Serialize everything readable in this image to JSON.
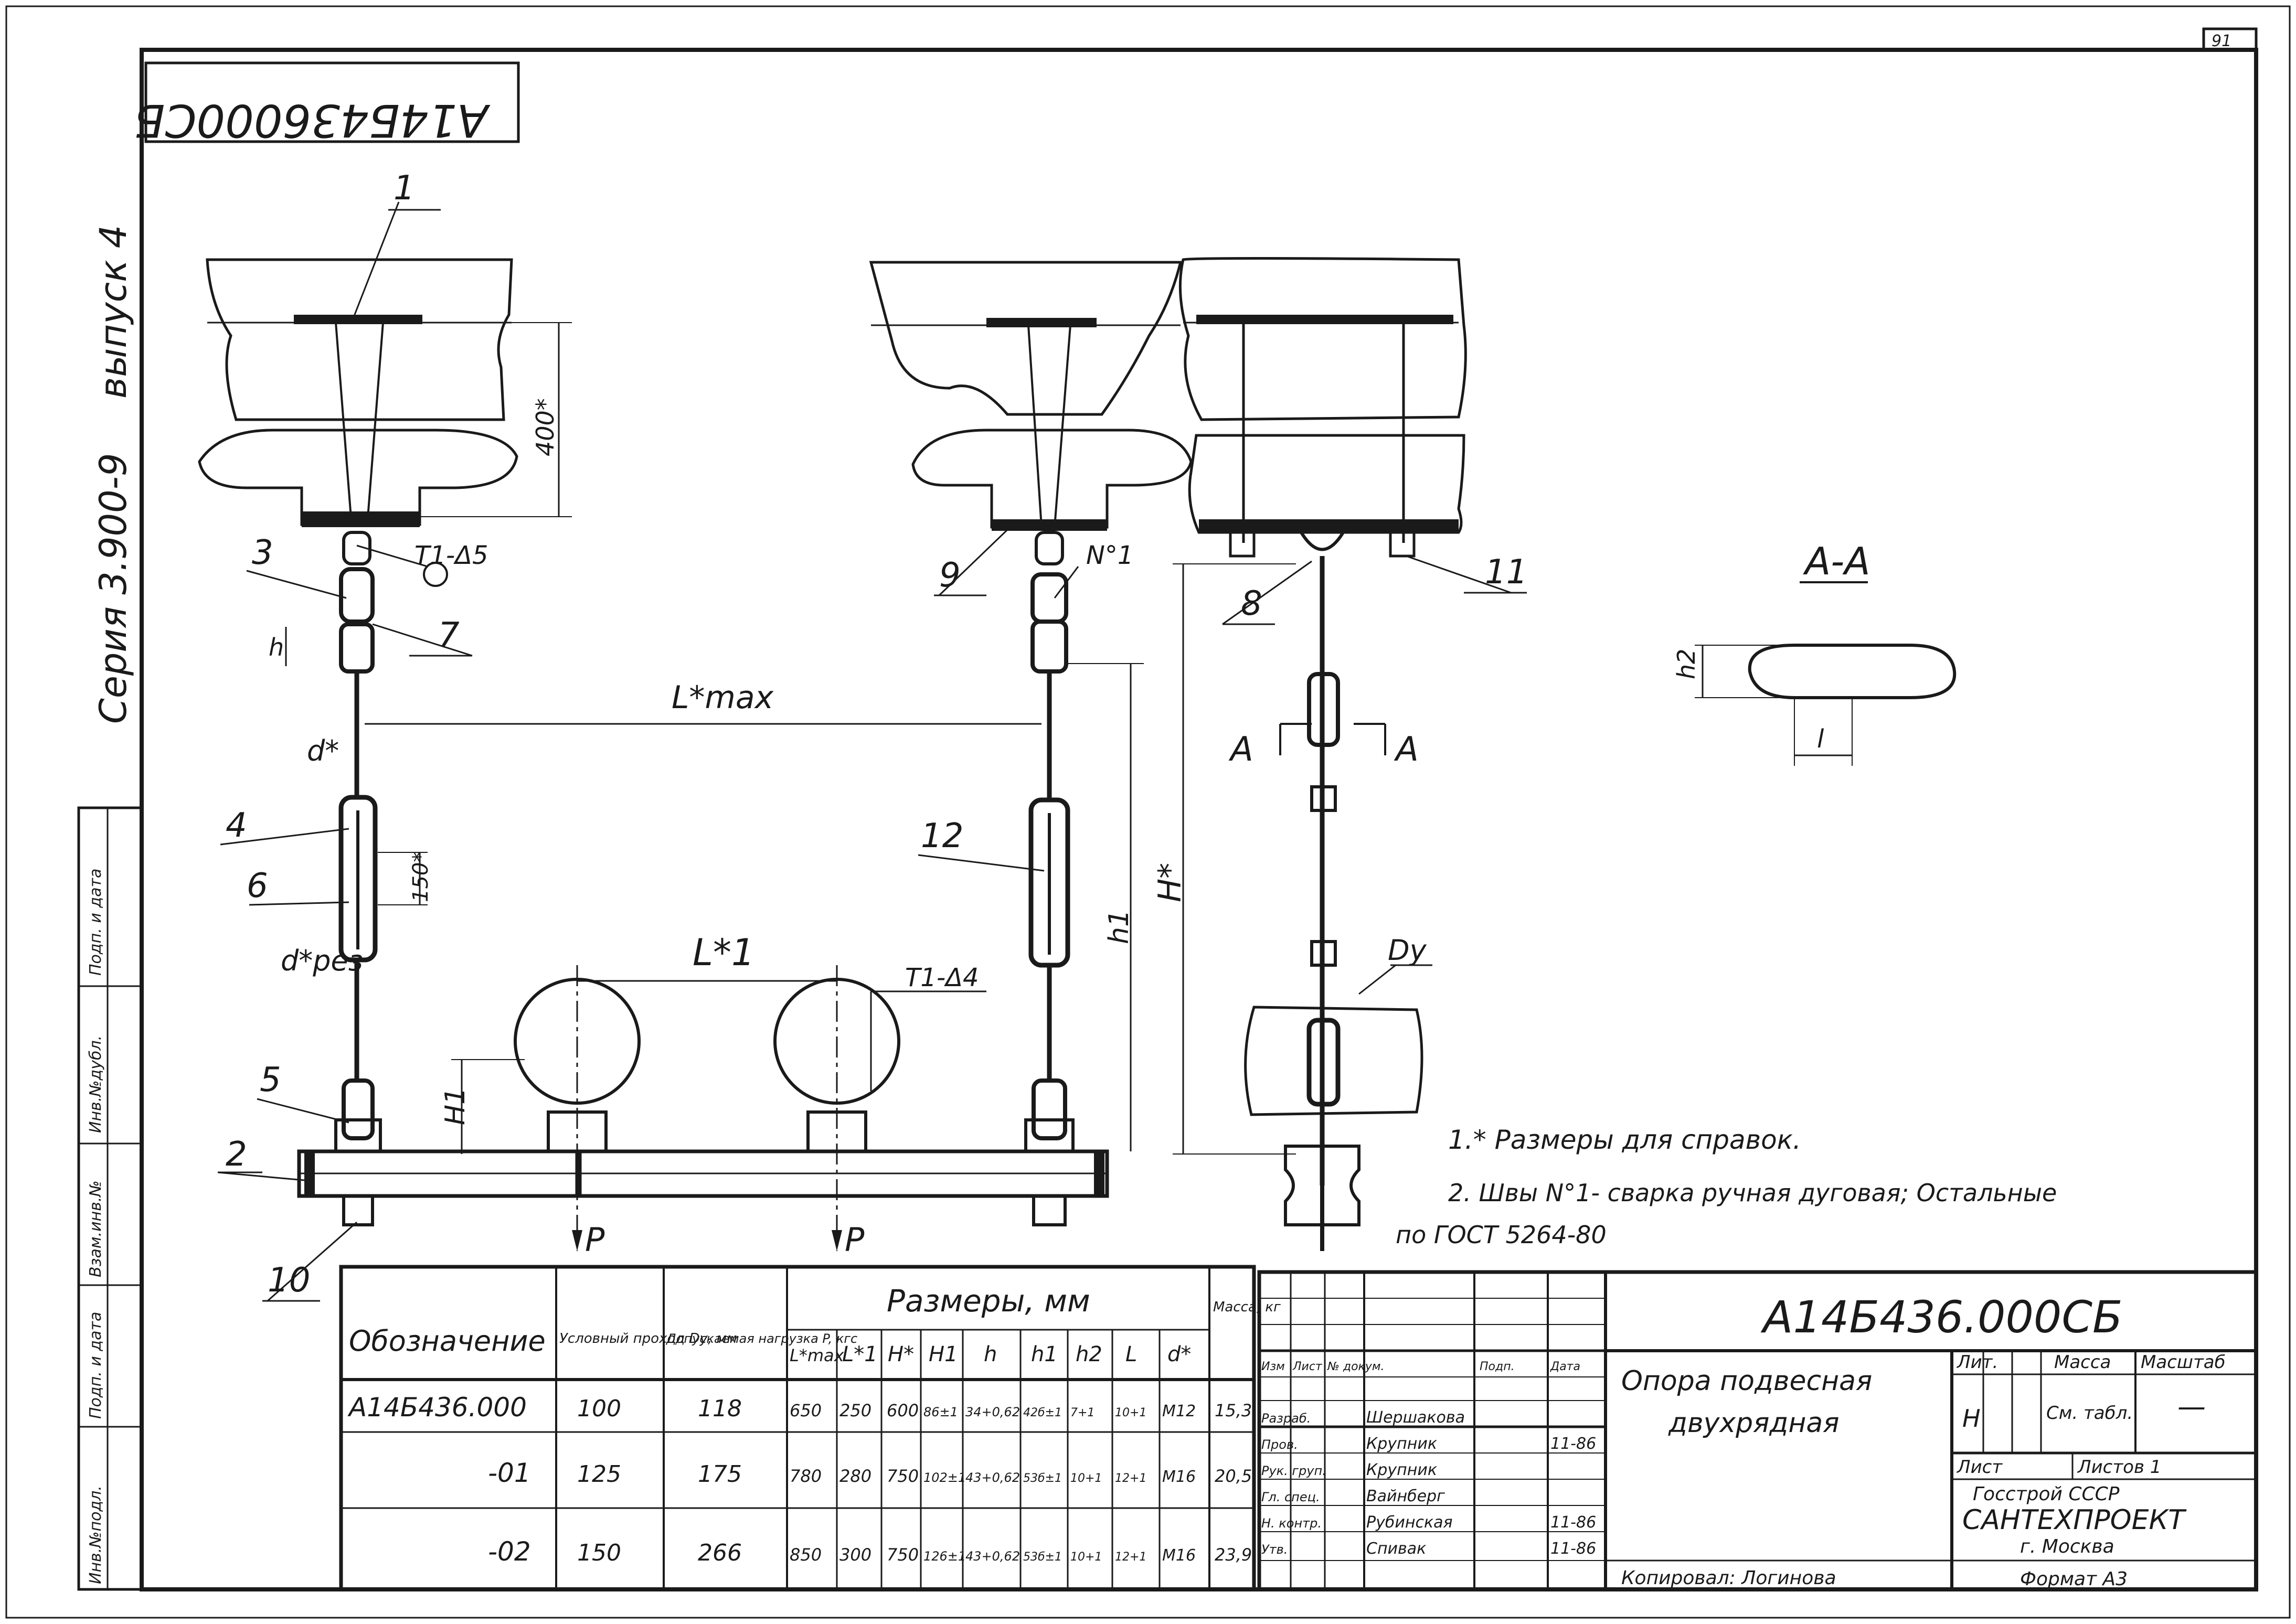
{
  "sheet": {
    "number": "91",
    "top_code_inverted": "А14Б436000СБ",
    "series": "Серия 3.900-9",
    "issue": "выпуск 4"
  },
  "left_strip": [
    "Подп. и дата",
    "Инв.№дубл.",
    "Взам.инв.№",
    "Подп. и дата",
    "Инв.№подл."
  ],
  "callouts": {
    "c1": "1",
    "c2": "2",
    "c3": "3",
    "c4": "4",
    "c5": "5",
    "c6": "6",
    "c7": "7",
    "c8": "8",
    "c9": "9",
    "c10": "10",
    "c11": "11",
    "c12": "12",
    "weld_tag_1": "Т1-Δ5",
    "weld_tag_2": "Т1-Δ4",
    "weld_no": "N°1"
  },
  "dimensions": {
    "dim_400": "400*",
    "h": "h",
    "lmax": "L*max",
    "d": "d*",
    "dp": "d*рез",
    "d150": "150*",
    "l1": "L*1",
    "h1_left": "H1",
    "h_star": "H*",
    "h1_right": "h1",
    "p1": "P",
    "p2": "P",
    "section_a_left": "А",
    "section_a_right": "А",
    "dy": "Dу",
    "section_title": "А-А",
    "h2": "h2",
    "l": "l"
  },
  "notes": [
    "1.* Размеры для справок.",
    "2. Швы N°1- сварка ручная дуговая; Остальные",
    "по ГОСТ 5264-80"
  ],
  "table": {
    "headers": [
      "Обозначение",
      "Условный проход Dу, мм",
      "Допускаемая нагрузка P, кгс",
      "L*max",
      "L*1",
      "H*",
      "H1",
      "h",
      "h1",
      "h2",
      "L",
      "d*",
      "Масса, кг"
    ],
    "group_header": "Размеры, мм",
    "rows": [
      [
        "А14Б436.000",
        "100",
        "118",
        "650",
        "250",
        "600",
        "86±1",
        "34+0,62",
        "42б±1",
        "7+1",
        "10+1",
        "М12",
        "15,3"
      ],
      [
        "-01",
        "125",
        "175",
        "780",
        "280",
        "750",
        "102±1",
        "43+0,62",
        "53б±1",
        "10+1",
        "12+1",
        "М16",
        "20,5"
      ],
      [
        "-02",
        "150",
        "266",
        "850",
        "300",
        "750",
        "126±1",
        "43+0,62",
        "53б±1",
        "10+1",
        "12+1",
        "М16",
        "23,9"
      ]
    ]
  },
  "title_block": {
    "code": "А14Б436.000СБ",
    "title_line1": "Опора подвесная",
    "title_line2": "двухрядная",
    "lit_label": "Лит.",
    "mass_label": "Масса",
    "scale_label": "Масштаб",
    "lit_value": "Н",
    "mass_value": "См. табл.",
    "scale_value": "—",
    "sheet_label": "Лист",
    "sheets_label": "Листов 1",
    "org1": "Госстрой СССР",
    "org2": "САНТЕХПРОЕКТ",
    "org3": "г. Москва",
    "copied": "Копировал: Логинова",
    "format": "Формат А3",
    "sign_header": [
      "Изм",
      "Лист",
      "№ докум.",
      "Подп.",
      "Дата"
    ],
    "signatures": [
      [
        "Разраб.",
        "Шершакова",
        "",
        ""
      ],
      [
        "Пров.",
        "Крупник",
        "",
        "11-86"
      ],
      [
        "Рук. груп.",
        "Крупник",
        "",
        ""
      ],
      [
        "Гл. спец.",
        "Вайнберг",
        "",
        ""
      ],
      [
        "Н. контр.",
        "Рубинская",
        "",
        "11-86"
      ],
      [
        "Утв.",
        "Спивак",
        "",
        "11-86"
      ]
    ]
  }
}
